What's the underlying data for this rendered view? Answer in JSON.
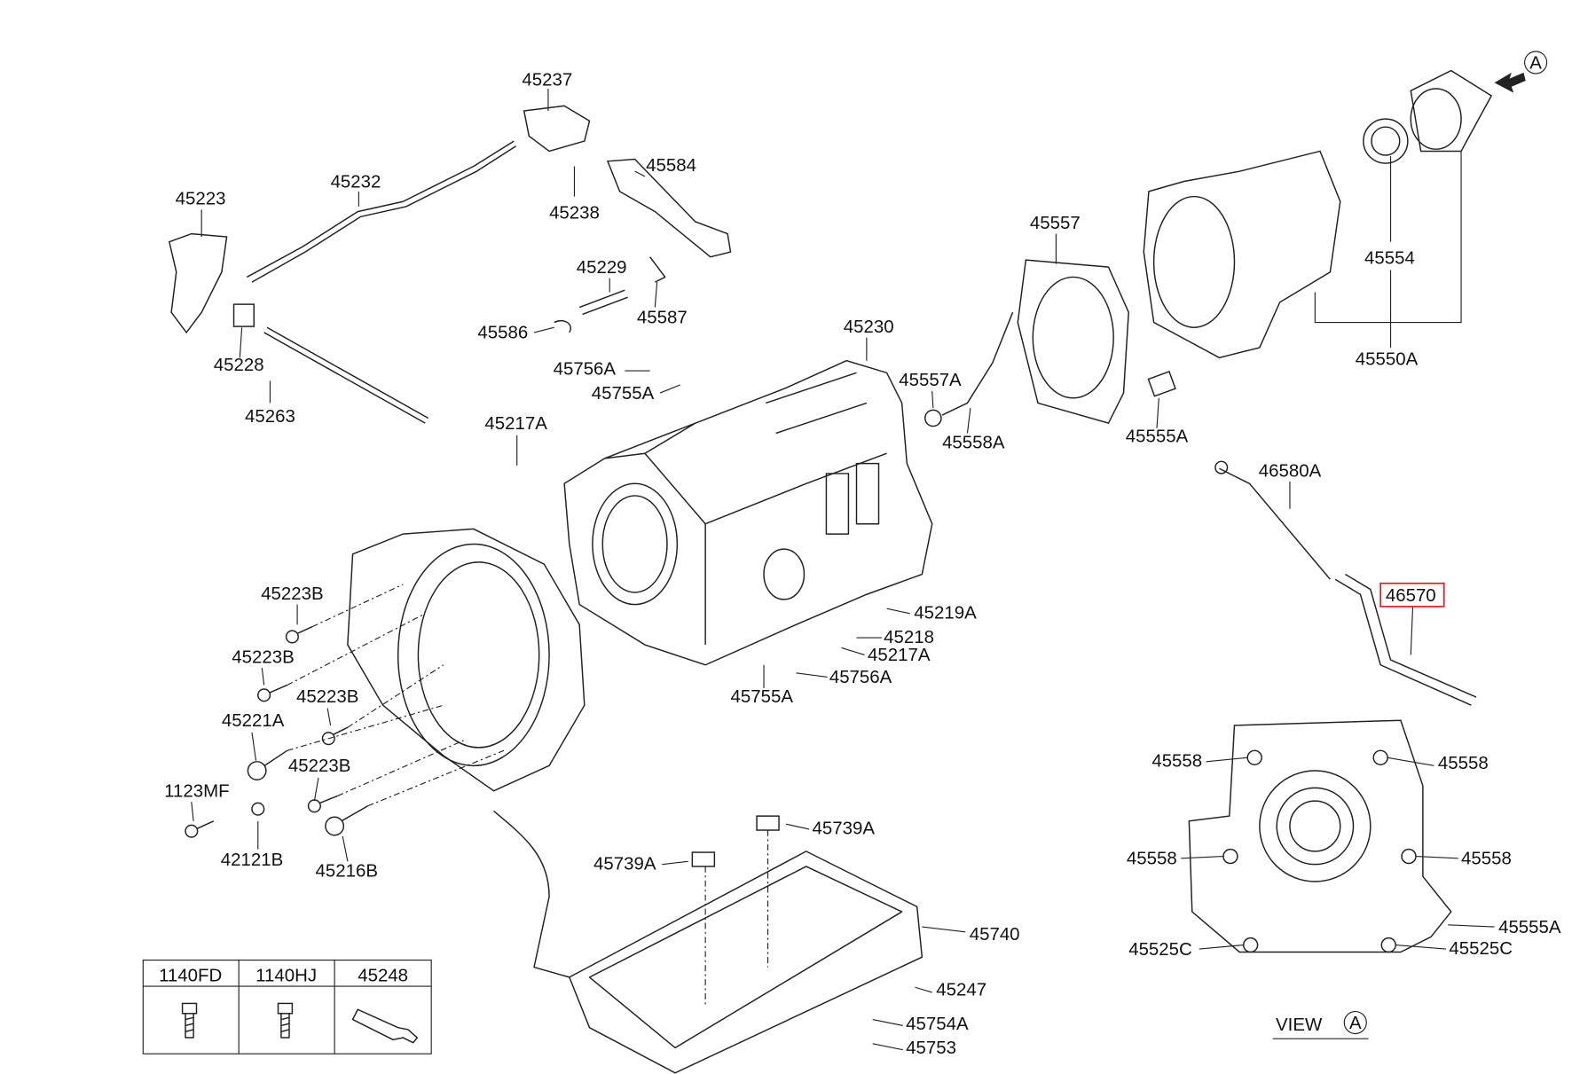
{
  "callouts": [
    "45237",
    "45232",
    "45223",
    "45238",
    "45584",
    "45229",
    "45587",
    "45586",
    "45228",
    "45263",
    "45756A",
    "45755A",
    "45230",
    "45217A",
    "45557",
    "45557A",
    "45558A",
    "45555A",
    "45554",
    "45550A",
    "46580A",
    "46570",
    "45219A",
    "45218",
    "45217A",
    "45756A",
    "45755A",
    "45223B",
    "45223B",
    "45223B",
    "45221A",
    "45223B",
    "1123MF",
    "42121B",
    "45216B",
    "45739A",
    "45739A",
    "45740",
    "45247",
    "45754A",
    "45753",
    "45558",
    "45558",
    "45558",
    "45558",
    "45555A",
    "45525C",
    "45525C"
  ],
  "highlighted_callout": "46570",
  "highlight_color": "#e02020",
  "view": {
    "label": "VIEW",
    "marker": "A"
  },
  "arrow_marker": "A",
  "fastener_table": {
    "headers": [
      "1140FD",
      "1140HJ",
      "45248"
    ],
    "icons": [
      "bolt-icon",
      "bolt-icon",
      "sealant-tube-icon"
    ]
  }
}
